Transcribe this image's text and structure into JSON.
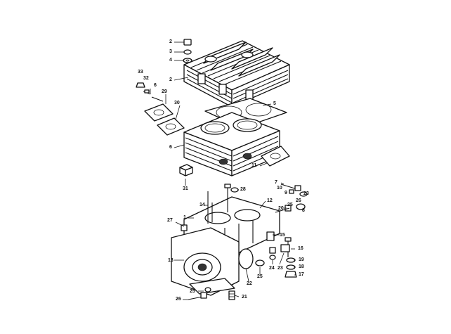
{
  "diagram": {
    "callouts": [
      {
        "id": "c1",
        "text": "2"
      },
      {
        "id": "c2",
        "text": "3"
      },
      {
        "id": "c3",
        "text": "4"
      },
      {
        "id": "c4",
        "text": "2"
      },
      {
        "id": "c5",
        "text": "33"
      },
      {
        "id": "c6",
        "text": "32"
      },
      {
        "id": "c7",
        "text": "6"
      },
      {
        "id": "c8",
        "text": "29"
      },
      {
        "id": "c9",
        "text": "30"
      },
      {
        "id": "c10",
        "text": "5"
      },
      {
        "id": "c11",
        "text": "6"
      },
      {
        "id": "c12",
        "text": "11"
      },
      {
        "id": "c13",
        "text": "31"
      },
      {
        "id": "c14",
        "text": "7"
      },
      {
        "id": "c15",
        "text": "10"
      },
      {
        "id": "c16",
        "text": "9"
      },
      {
        "id": "c17",
        "text": "23"
      },
      {
        "id": "c18",
        "text": "28"
      },
      {
        "id": "c19",
        "text": "14"
      },
      {
        "id": "c20",
        "text": "12"
      },
      {
        "id": "c21",
        "text": "25"
      },
      {
        "id": "c22",
        "text": "20"
      },
      {
        "id": "c23",
        "text": "26"
      },
      {
        "id": "c24",
        "text": "8"
      },
      {
        "id": "c25",
        "text": "27"
      },
      {
        "id": "c26",
        "text": "1"
      },
      {
        "id": "c27",
        "text": "15"
      },
      {
        "id": "c28",
        "text": "16"
      },
      {
        "id": "c29",
        "text": "13"
      },
      {
        "id": "c30",
        "text": "19"
      },
      {
        "id": "c31",
        "text": "18"
      },
      {
        "id": "c32",
        "text": "17"
      },
      {
        "id": "c33",
        "text": "24"
      },
      {
        "id": "c34",
        "text": "23"
      },
      {
        "id": "c35",
        "text": "22"
      },
      {
        "id": "c36",
        "text": "25"
      },
      {
        "id": "c37",
        "text": "21"
      },
      {
        "id": "c38",
        "text": "26"
      },
      {
        "id": "c39",
        "text": "25"
      }
    ]
  }
}
